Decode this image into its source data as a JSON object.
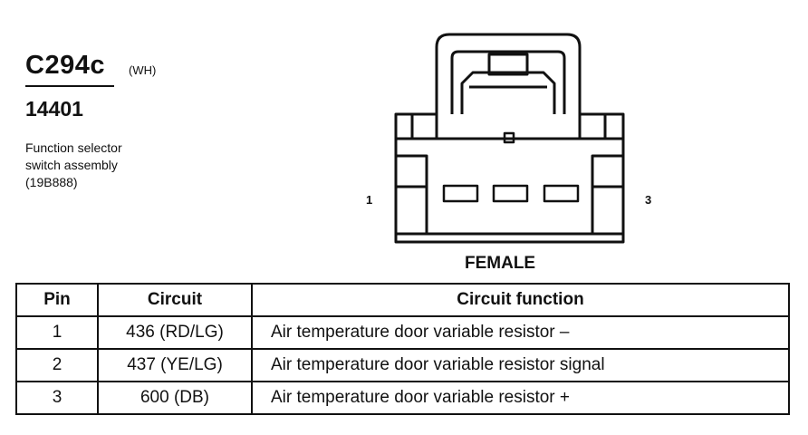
{
  "connector": {
    "id": "C294c",
    "color_code": "(WH)",
    "part_number": "14401",
    "description": [
      "Function selector",
      "switch assembly",
      "(19B888)"
    ]
  },
  "diagram": {
    "pin_left": "1",
    "pin_right": "3",
    "gender": "FEMALE"
  },
  "table": {
    "headers": [
      "Pin",
      "Circuit",
      "Circuit function"
    ],
    "rows": [
      {
        "pin": "1",
        "circuit": "436 (RD/LG)",
        "function": "Air temperature door variable resistor –"
      },
      {
        "pin": "2",
        "circuit": "437 (YE/LG)",
        "function": "Air temperature door variable resistor signal"
      },
      {
        "pin": "3",
        "circuit": "600 (DB)",
        "function": "Air temperature door variable resistor +"
      }
    ]
  }
}
